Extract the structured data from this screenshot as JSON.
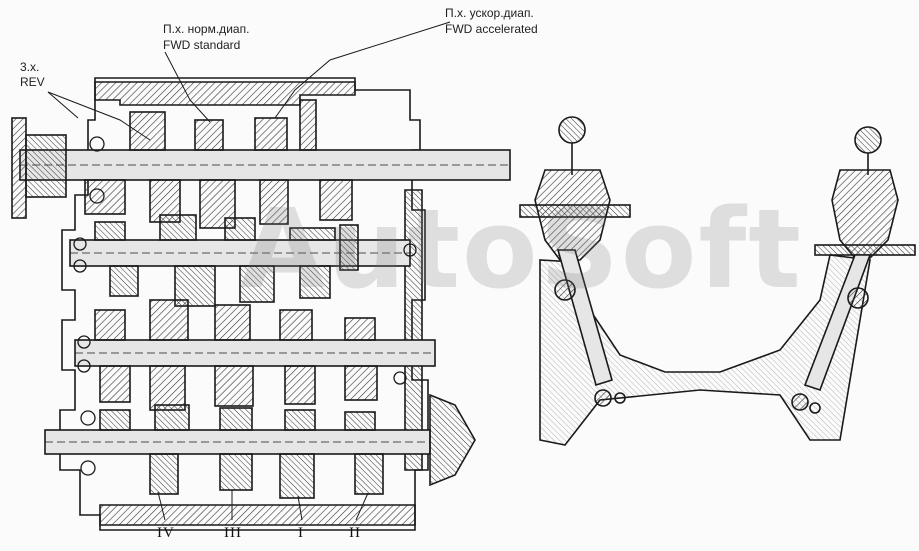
{
  "labels": {
    "rev_ru": "3.х.",
    "rev_en": "REV",
    "fwd_std_ru": "П.х. норм.диап.",
    "fwd_std_en": "FWD standard",
    "fwd_acc_ru": "П.х. ускор.диап.",
    "fwd_acc_en": "FWD accelerated"
  },
  "gear_labels": {
    "g4": "IV",
    "g3": "III",
    "g1": "I",
    "g2": "II"
  },
  "watermark": "AutoSoft",
  "colors": {
    "line": "#1a1a1a",
    "hatch": "#444444",
    "shaft": "#e6e6e6"
  }
}
